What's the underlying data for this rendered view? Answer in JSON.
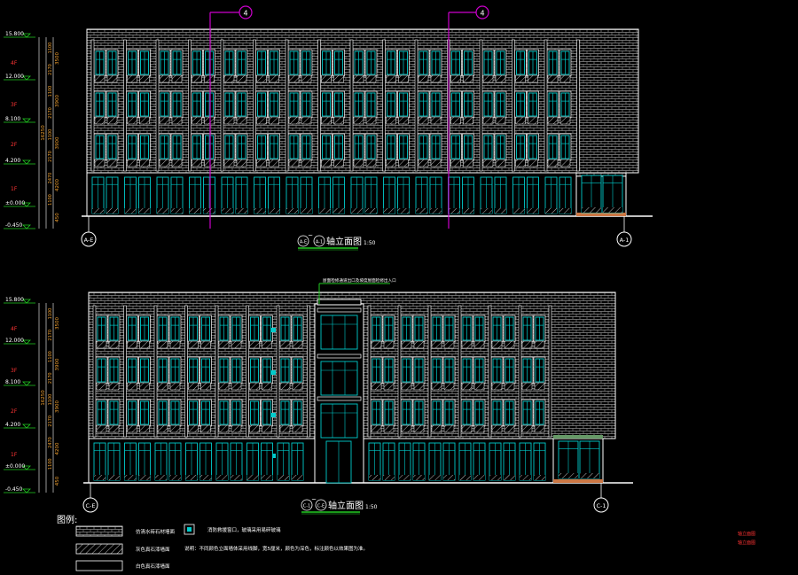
{
  "colors": {
    "background": "#000000",
    "line": "#ffffff",
    "brick": "#8a8a8a",
    "window": "#00cccc",
    "level_marker": "#22cc22",
    "floor_text": "#ff3333",
    "dim_text": "#f0a030",
    "axis_magenta": "#cc00cc",
    "title_green": "#22cc22",
    "sheet_label": "#ff3333",
    "entry_strip": "#cc7744"
  },
  "elevation_top": {
    "title": "轴立面图",
    "scale": "1:50",
    "axis_left": "A-E",
    "axis_right": "A-1",
    "title_axis_a": "A-E",
    "title_axis_b": "A-1",
    "section_marks": [
      "4",
      "4"
    ],
    "levels": [
      "15.800",
      "12.000",
      "8.100",
      "4.200",
      "±0.000",
      "-0.450"
    ],
    "floors": [
      "4F",
      "3F",
      "2F",
      "1F"
    ],
    "dims": [
      "3500",
      "3900",
      "3900",
      "4200",
      "450"
    ],
    "dims_sub": [
      "1100",
      "2170",
      "1100",
      "2170",
      "1100",
      "2170",
      "2470",
      "1100"
    ],
    "total_dim": "16250"
  },
  "elevation_bottom": {
    "title": "轴立面图",
    "scale": "1:50",
    "axis_left": "C-E",
    "axis_right": "C-1",
    "title_axis_a": "C-1",
    "title_axis_b": "C-E",
    "annotation": "屋面检修通道出口及坡度屋面检修出入口",
    "levels": [
      "15.800",
      "12.000",
      "8.100",
      "4.200",
      "±0.000",
      "-0.450"
    ],
    "floors": [
      "4F",
      "3F",
      "2F",
      "1F"
    ],
    "dims": [
      "3500",
      "3900",
      "3900",
      "4200",
      "450"
    ],
    "dims_sub": [
      "1100",
      "2170",
      "1100",
      "2170",
      "1100",
      "2170",
      "2470",
      "1100"
    ],
    "total_dim": "16250"
  },
  "legend": {
    "title": "图例:",
    "items": [
      {
        "label": "仿清水砖石材墙面"
      },
      {
        "label": "灰色真石漆墙面"
      },
      {
        "label": "白色真石漆墙面"
      }
    ],
    "fire_window_label": "消防救援窗口，玻璃采用易碎玻璃",
    "note": "说明：不同颜色立面墙体采用线脚，宽5厘米，颜色为深色，标注颜色以效果图为准。"
  },
  "sheet_labels": [
    "轴立面图",
    "轴立面图"
  ]
}
